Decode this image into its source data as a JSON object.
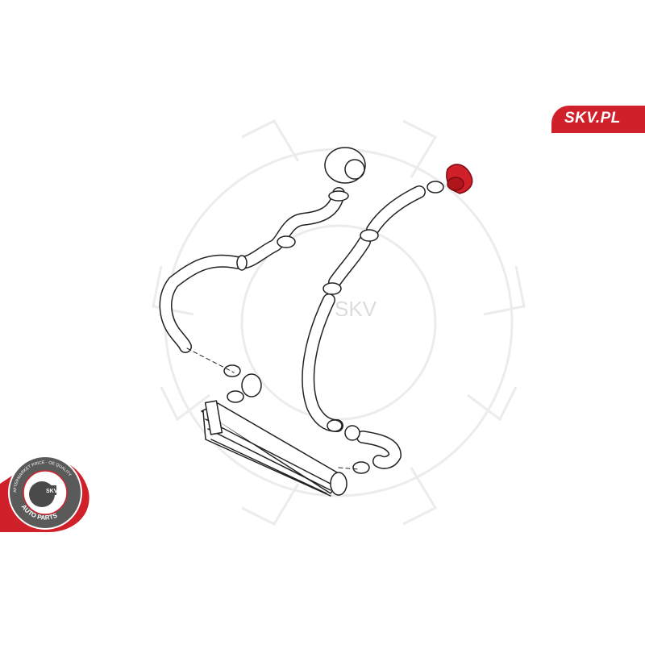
{
  "brand": {
    "label": "SKV.PL",
    "color": "#d0202a"
  },
  "badge": {
    "top_text": "AFTERMARKET PRICE · OE QUALITY",
    "center_text": "SKV",
    "bottom_text": "AUTO PARTS"
  },
  "watermark": {
    "text": "SKV"
  },
  "diagram": {
    "highlight_color": "#d0202a",
    "line_color": "#222222"
  }
}
